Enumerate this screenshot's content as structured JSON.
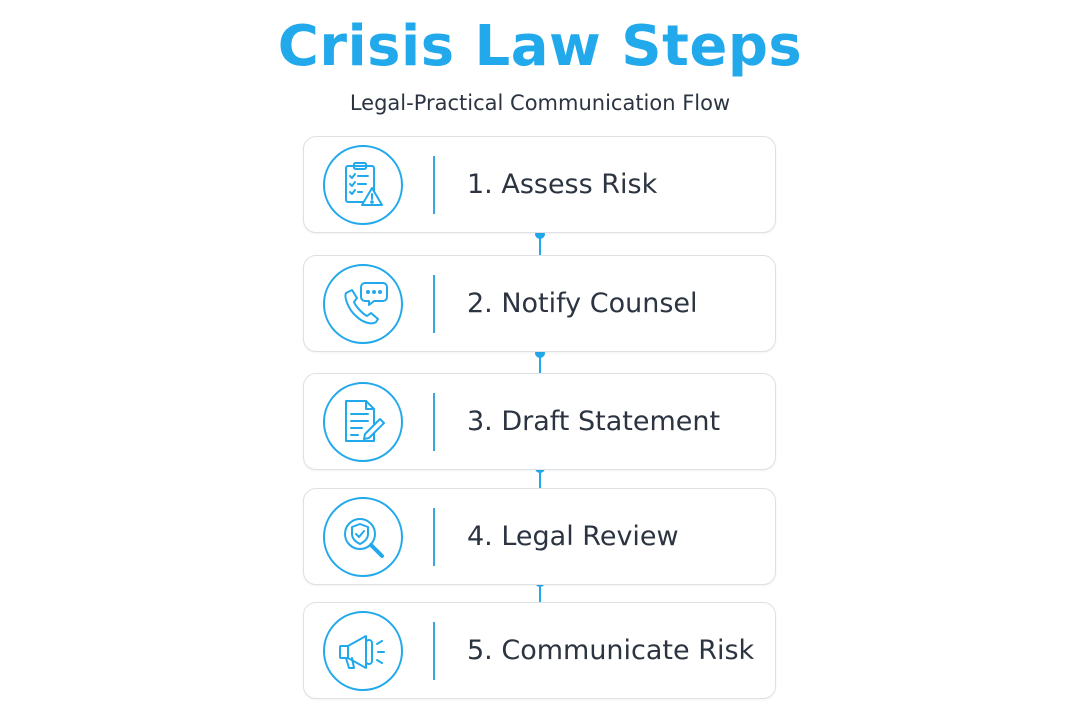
{
  "header": {
    "title": "Crisis Law Steps",
    "subtitle": "Legal-Practical Communication Flow"
  },
  "colors": {
    "accent": "#22a9ec",
    "text": "#2b3440",
    "card_border": "#dde1e5"
  },
  "steps": [
    {
      "label": "1. Assess Risk",
      "icon": "clipboard-warning-icon"
    },
    {
      "label": "2. Notify Counsel",
      "icon": "phone-chat-icon"
    },
    {
      "label": "3. Draft Statement",
      "icon": "document-pen-icon"
    },
    {
      "label": "4. Legal Review",
      "icon": "shield-magnifier-icon"
    },
    {
      "label": "5. Communicate Risk",
      "icon": "megaphone-icon"
    }
  ]
}
